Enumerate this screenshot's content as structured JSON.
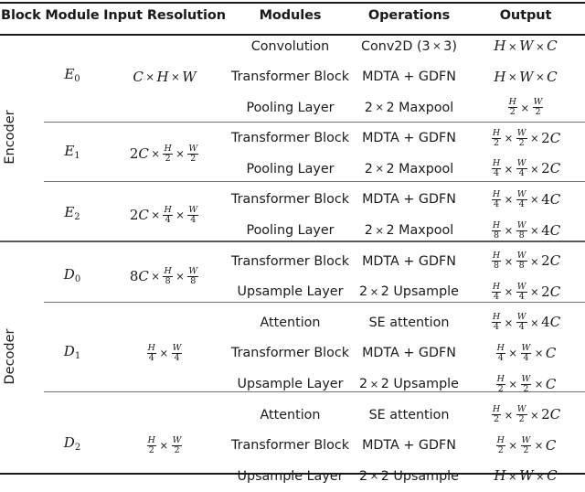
{
  "table": {
    "headers": [
      {
        "key": "block",
        "label": "Block"
      },
      {
        "key": "module",
        "label": "Module"
      },
      {
        "key": "resolution",
        "label": "Input Resolution"
      },
      {
        "key": "modules",
        "label": "Modules"
      },
      {
        "key": "operations",
        "label": "Operations"
      },
      {
        "key": "output",
        "label": "Output"
      }
    ],
    "block_labels": {
      "encoder": "Encoder",
      "decoder": "Decoder"
    },
    "groups": [
      {
        "block": "Encoder",
        "module": "E",
        "module_sub": "0",
        "resolution": "C × H × W",
        "rows": [
          {
            "modules": "Convolution",
            "operations": "Conv2D (3 × 3)",
            "output": "H × W × C"
          },
          {
            "modules": "Transformer Block",
            "operations": "MDTA + GDFN",
            "output": "H × W × C"
          },
          {
            "modules": "Pooling Layer",
            "operations": "2 × 2 Maxpool",
            "output": "H/2 × W/2"
          }
        ]
      },
      {
        "block": "Encoder",
        "module": "E",
        "module_sub": "1",
        "resolution": "2C × H/2 × W/2",
        "rows": [
          {
            "modules": "Transformer Block",
            "operations": "MDTA + GDFN",
            "output": "H/2 × W/2 × 2C"
          },
          {
            "modules": "Pooling Layer",
            "operations": "2 × 2 Maxpool",
            "output": "H/4 × W/4 × 2C"
          }
        ]
      },
      {
        "block": "Encoder",
        "module": "E",
        "module_sub": "2",
        "resolution": "2C × H/4 × W/4",
        "rows": [
          {
            "modules": "Transformer Block",
            "operations": "MDTA + GDFN",
            "output": "H/4 × W/4 × 4C"
          },
          {
            "modules": "Pooling Layer",
            "operations": "2 × 2 Maxpool",
            "output": "H/8 × W/8 × 4C"
          }
        ]
      },
      {
        "block": "Decoder",
        "module": "D",
        "module_sub": "0",
        "resolution": "8C × H/8 × W/8",
        "rows": [
          {
            "modules": "Transformer Block",
            "operations": "MDTA + GDFN",
            "output": "H/8 × W/8 × 2C"
          },
          {
            "modules": "Upsample Layer",
            "operations": "2 × 2 Upsample",
            "output": "H/4 × W/4 × 2C"
          }
        ]
      },
      {
        "block": "Decoder",
        "module": "D",
        "module_sub": "1",
        "resolution": "H/4 × W/4",
        "rows": [
          {
            "modules": "Attention",
            "operations": "SE attention",
            "output": "H/4 × W/4 × 4C"
          },
          {
            "modules": "Transformer Block",
            "operations": "MDTA + GDFN",
            "output": "H/4 × W/4 × C"
          },
          {
            "modules": "Upsample Layer",
            "operations": "2 × 2 Upsample",
            "output": "H/2 × W/2 × C"
          }
        ]
      },
      {
        "block": "Decoder",
        "module": "D",
        "module_sub": "2",
        "resolution": "H/2 × W/2",
        "rows": [
          {
            "modules": "Attention",
            "operations": "SE attention",
            "output": "H/2 × W/2 × 2C"
          },
          {
            "modules": "Transformer Block",
            "operations": "MDTA + GDFN",
            "output": "H/2 × W/2 × C"
          },
          {
            "modules": "Upsample Layer",
            "operations": "2 × 2 Upsample",
            "output": "H × W × C"
          }
        ]
      }
    ]
  },
  "style": {
    "rule_dark": "#1a1a1a",
    "rule_gray": "#6d7376",
    "text": "#1a1a1a",
    "background": "#ffffff"
  }
}
